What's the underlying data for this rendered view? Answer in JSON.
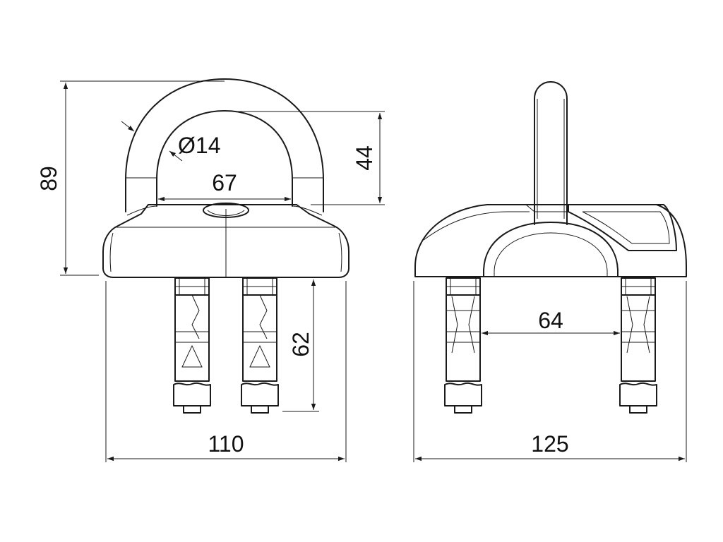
{
  "drawing": {
    "views": [
      "front-view",
      "side-view"
    ],
    "front_dimensions": {
      "overall_height": "89",
      "shackle_diameter": "Ø14",
      "inner_span": "67",
      "inner_height": "44",
      "anchor_length": "62",
      "base_width": "110"
    },
    "side_dimensions": {
      "anchor_spacing": "64",
      "base_length": "125"
    }
  }
}
